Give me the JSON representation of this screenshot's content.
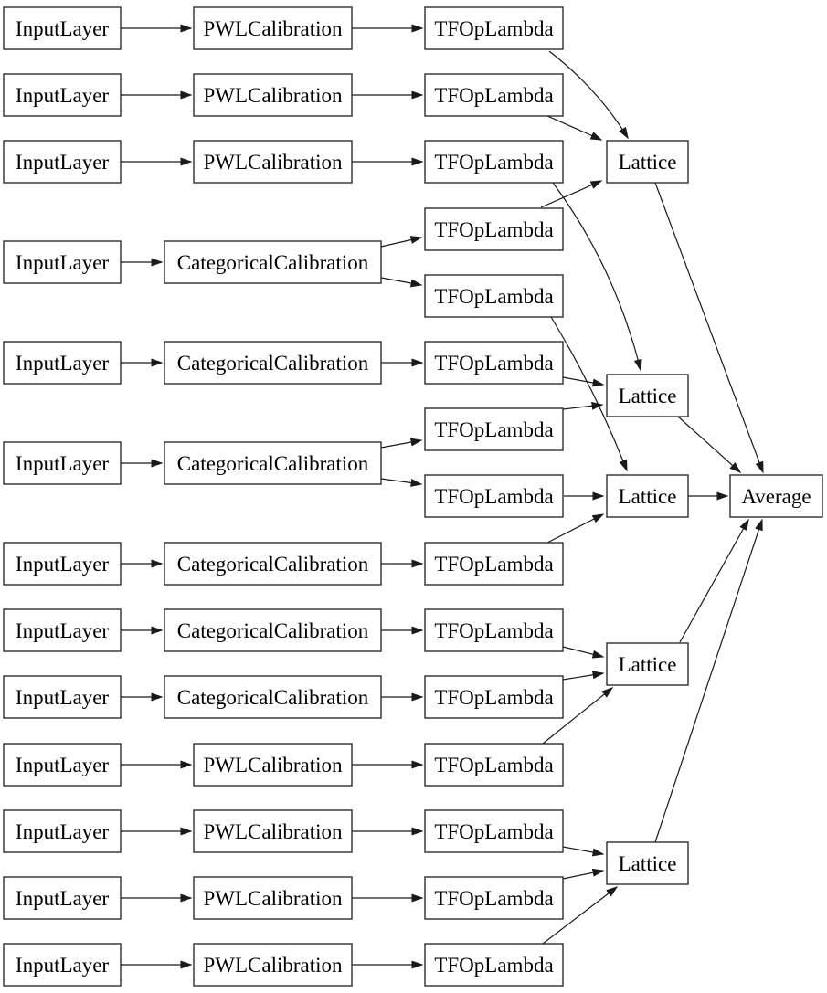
{
  "diagram": {
    "kind": "keras-model-architecture-graph",
    "colors": {
      "background": "#ffffff",
      "node_fill": "#ffffff",
      "node_border": "#2e2e2e",
      "edge": "#1a1a1a",
      "text": "#000000"
    },
    "nodes": [
      {
        "id": "in1",
        "kind": "input-layer",
        "label": "InputLayer"
      },
      {
        "id": "in2",
        "kind": "input-layer",
        "label": "InputLayer"
      },
      {
        "id": "in3",
        "kind": "input-layer",
        "label": "InputLayer"
      },
      {
        "id": "in4",
        "kind": "input-layer",
        "label": "InputLayer"
      },
      {
        "id": "in5",
        "kind": "input-layer",
        "label": "InputLayer"
      },
      {
        "id": "in6",
        "kind": "input-layer",
        "label": "InputLayer"
      },
      {
        "id": "in7",
        "kind": "input-layer",
        "label": "InputLayer"
      },
      {
        "id": "in8",
        "kind": "input-layer",
        "label": "InputLayer"
      },
      {
        "id": "in9",
        "kind": "input-layer",
        "label": "InputLayer"
      },
      {
        "id": "in10",
        "kind": "input-layer",
        "label": "InputLayer"
      },
      {
        "id": "in11",
        "kind": "input-layer",
        "label": "InputLayer"
      },
      {
        "id": "in12",
        "kind": "input-layer",
        "label": "InputLayer"
      },
      {
        "id": "in13",
        "kind": "input-layer",
        "label": "InputLayer"
      },
      {
        "id": "cal1",
        "kind": "pwl-calibration",
        "label": "PWLCalibration"
      },
      {
        "id": "cal2",
        "kind": "pwl-calibration",
        "label": "PWLCalibration"
      },
      {
        "id": "cal3",
        "kind": "pwl-calibration",
        "label": "PWLCalibration"
      },
      {
        "id": "cal4",
        "kind": "categorical-calibration",
        "label": "CategoricalCalibration"
      },
      {
        "id": "cal5",
        "kind": "categorical-calibration",
        "label": "CategoricalCalibration"
      },
      {
        "id": "cal6",
        "kind": "categorical-calibration",
        "label": "CategoricalCalibration"
      },
      {
        "id": "cal7",
        "kind": "categorical-calibration",
        "label": "CategoricalCalibration"
      },
      {
        "id": "cal8",
        "kind": "categorical-calibration",
        "label": "CategoricalCalibration"
      },
      {
        "id": "cal9",
        "kind": "categorical-calibration",
        "label": "CategoricalCalibration"
      },
      {
        "id": "cal10",
        "kind": "pwl-calibration",
        "label": "PWLCalibration"
      },
      {
        "id": "cal11",
        "kind": "pwl-calibration",
        "label": "PWLCalibration"
      },
      {
        "id": "cal12",
        "kind": "pwl-calibration",
        "label": "PWLCalibration"
      },
      {
        "id": "cal13",
        "kind": "pwl-calibration",
        "label": "PWLCalibration"
      },
      {
        "id": "lam1",
        "kind": "tfop-lambda",
        "label": "TFOpLambda"
      },
      {
        "id": "lam2",
        "kind": "tfop-lambda",
        "label": "TFOpLambda"
      },
      {
        "id": "lam3",
        "kind": "tfop-lambda",
        "label": "TFOpLambda"
      },
      {
        "id": "lam4",
        "kind": "tfop-lambda",
        "label": "TFOpLambda"
      },
      {
        "id": "lam5",
        "kind": "tfop-lambda",
        "label": "TFOpLambda"
      },
      {
        "id": "lam6",
        "kind": "tfop-lambda",
        "label": "TFOpLambda"
      },
      {
        "id": "lam7",
        "kind": "tfop-lambda",
        "label": "TFOpLambda"
      },
      {
        "id": "lam8",
        "kind": "tfop-lambda",
        "label": "TFOpLambda"
      },
      {
        "id": "lam9",
        "kind": "tfop-lambda",
        "label": "TFOpLambda"
      },
      {
        "id": "lam10",
        "kind": "tfop-lambda",
        "label": "TFOpLambda"
      },
      {
        "id": "lam11",
        "kind": "tfop-lambda",
        "label": "TFOpLambda"
      },
      {
        "id": "lam12",
        "kind": "tfop-lambda",
        "label": "TFOpLambda"
      },
      {
        "id": "lam13",
        "kind": "tfop-lambda",
        "label": "TFOpLambda"
      },
      {
        "id": "lam14",
        "kind": "tfop-lambda",
        "label": "TFOpLambda"
      },
      {
        "id": "lam15",
        "kind": "tfop-lambda",
        "label": "TFOpLambda"
      },
      {
        "id": "lat1",
        "kind": "lattice",
        "label": "Lattice"
      },
      {
        "id": "lat2",
        "kind": "lattice",
        "label": "Lattice"
      },
      {
        "id": "lat3",
        "kind": "lattice",
        "label": "Lattice"
      },
      {
        "id": "lat4",
        "kind": "lattice",
        "label": "Lattice"
      },
      {
        "id": "lat5",
        "kind": "lattice",
        "label": "Lattice"
      },
      {
        "id": "avg",
        "kind": "average",
        "label": "Average"
      }
    ],
    "edges": [
      {
        "from": "in1",
        "to": "cal1"
      },
      {
        "from": "in2",
        "to": "cal2"
      },
      {
        "from": "in3",
        "to": "cal3"
      },
      {
        "from": "in4",
        "to": "cal4"
      },
      {
        "from": "in5",
        "to": "cal5"
      },
      {
        "from": "in6",
        "to": "cal6"
      },
      {
        "from": "in7",
        "to": "cal7"
      },
      {
        "from": "in8",
        "to": "cal8"
      },
      {
        "from": "in9",
        "to": "cal9"
      },
      {
        "from": "in10",
        "to": "cal10"
      },
      {
        "from": "in11",
        "to": "cal11"
      },
      {
        "from": "in12",
        "to": "cal12"
      },
      {
        "from": "in13",
        "to": "cal13"
      },
      {
        "from": "cal1",
        "to": "lam1"
      },
      {
        "from": "cal2",
        "to": "lam2"
      },
      {
        "from": "cal3",
        "to": "lam3"
      },
      {
        "from": "cal4",
        "to": "lam4"
      },
      {
        "from": "cal4",
        "to": "lam5"
      },
      {
        "from": "cal5",
        "to": "lam6"
      },
      {
        "from": "cal6",
        "to": "lam7"
      },
      {
        "from": "cal6",
        "to": "lam8"
      },
      {
        "from": "cal7",
        "to": "lam9"
      },
      {
        "from": "cal8",
        "to": "lam10"
      },
      {
        "from": "cal9",
        "to": "lam11"
      },
      {
        "from": "cal10",
        "to": "lam12"
      },
      {
        "from": "cal11",
        "to": "lam13"
      },
      {
        "from": "cal12",
        "to": "lam14"
      },
      {
        "from": "cal13",
        "to": "lam15"
      },
      {
        "from": "lam1",
        "to": "lat1"
      },
      {
        "from": "lam2",
        "to": "lat1"
      },
      {
        "from": "lam4",
        "to": "lat1"
      },
      {
        "from": "lam3",
        "to": "lat2"
      },
      {
        "from": "lam6",
        "to": "lat2"
      },
      {
        "from": "lam7",
        "to": "lat2"
      },
      {
        "from": "lam5",
        "to": "lat3"
      },
      {
        "from": "lam8",
        "to": "lat3"
      },
      {
        "from": "lam9",
        "to": "lat3"
      },
      {
        "from": "lam10",
        "to": "lat4"
      },
      {
        "from": "lam11",
        "to": "lat4"
      },
      {
        "from": "lam12",
        "to": "lat4"
      },
      {
        "from": "lam13",
        "to": "lat5"
      },
      {
        "from": "lam14",
        "to": "lat5"
      },
      {
        "from": "lam15",
        "to": "lat5"
      },
      {
        "from": "lat1",
        "to": "avg"
      },
      {
        "from": "lat2",
        "to": "avg"
      },
      {
        "from": "lat3",
        "to": "avg"
      },
      {
        "from": "lat4",
        "to": "avg"
      },
      {
        "from": "lat5",
        "to": "avg"
      }
    ]
  }
}
